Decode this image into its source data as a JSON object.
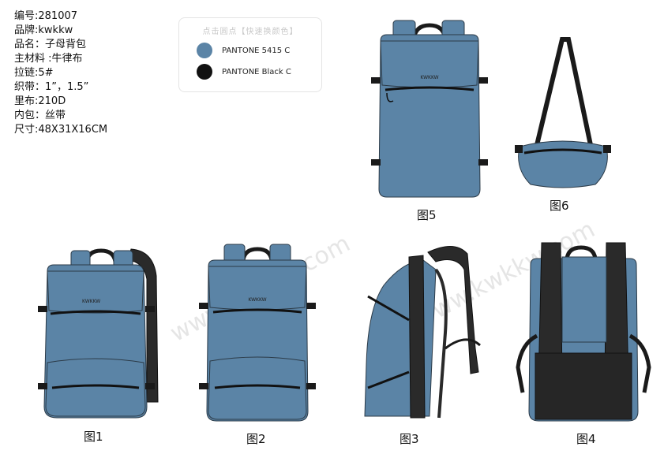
{
  "specs": [
    "编号:281007",
    "品牌:kwkkw",
    "品名：子母背包",
    "主材料 :牛律布",
    "拉链:5#",
    "织带：1”，1.5”",
    "里布:210D",
    "内包：丝带",
    "尺寸:48X31X16CM"
  ],
  "swatches": {
    "title": "点击圆点【快速换颜色】",
    "items": [
      {
        "name": "PANTONE 5415 C",
        "color": "#5b84a6"
      },
      {
        "name": "PANTONE Black C",
        "color": "#111111"
      }
    ]
  },
  "figures": {
    "f1": "图1",
    "f2": "图2",
    "f3": "图3",
    "f4": "图4",
    "f5": "图5",
    "f6": "图6"
  },
  "brand_logo": "KWKKW",
  "watermark": "www.kwkkw.com",
  "colors": {
    "bag": "#5b84a6",
    "strap": "#1a1a1a",
    "outline": "#2b3a47"
  }
}
